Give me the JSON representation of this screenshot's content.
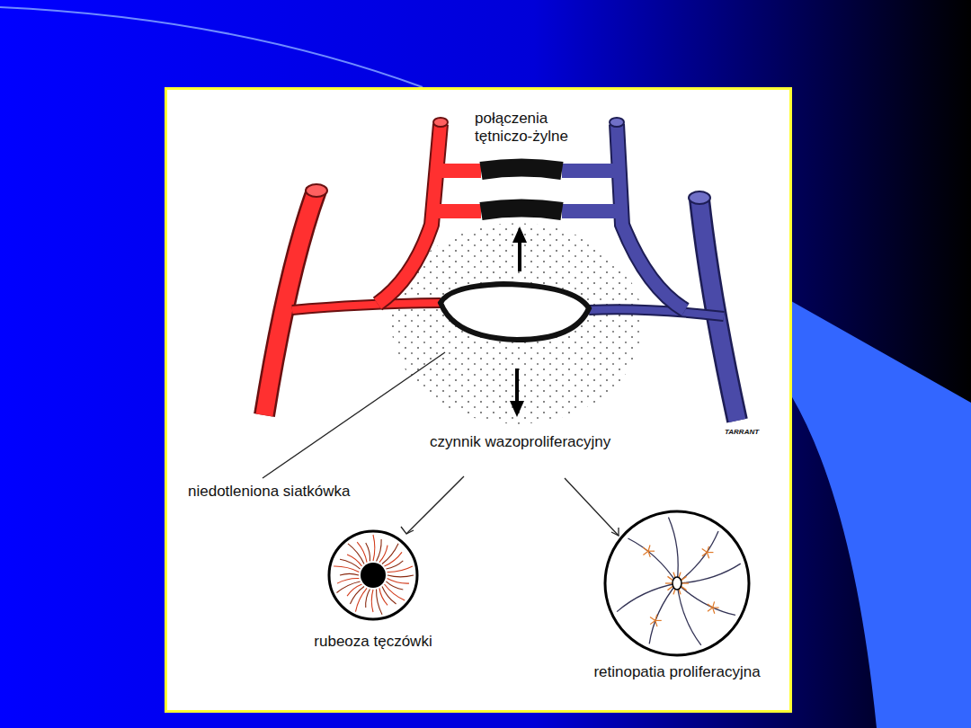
{
  "diagram": {
    "nodes": [
      {
        "text": [
          "rubeoza tęczówki"
        ]
      },
      {
        "text": [
          "retinopatia proliferacyjna"
        ]
      }
    ],
    "labels": [
      "połączenia tętniczo-żylne",
      "czynnik wazoproliferacyjny",
      "niedotleniona siatkówka",
      "TARRANT"
    ]
  }
}
